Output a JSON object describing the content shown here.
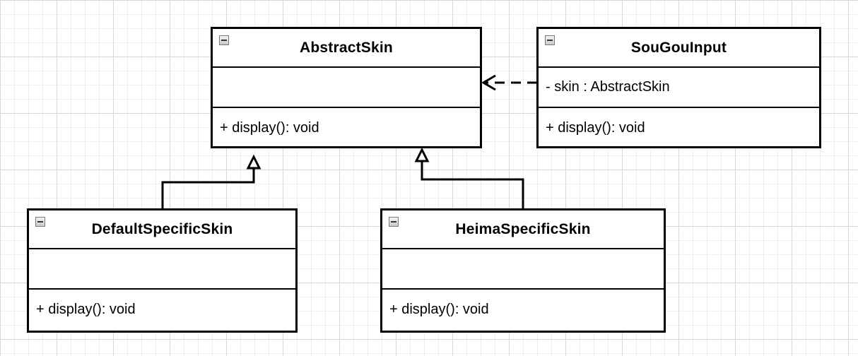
{
  "diagram": {
    "classes": {
      "abstract_skin": {
        "name": "AbstractSkin",
        "attributes": "",
        "methods": "+ display(): void"
      },
      "sougou_input": {
        "name": "SouGouInput",
        "attributes": "- skin : AbstractSkin",
        "methods": "+ display(): void"
      },
      "default_specific_skin": {
        "name": "DefaultSpecificSkin",
        "attributes": "",
        "methods": "+ display(): void"
      },
      "heima_specific_skin": {
        "name": "HeimaSpecificSkin",
        "attributes": "",
        "methods": "+ display(): void"
      }
    },
    "relations": [
      {
        "type": "dependency",
        "from": "SouGouInput",
        "to": "AbstractSkin"
      },
      {
        "type": "generalization",
        "from": "DefaultSpecificSkin",
        "to": "AbstractSkin"
      },
      {
        "type": "generalization",
        "from": "HeimaSpecificSkin",
        "to": "AbstractSkin"
      }
    ],
    "colors": {
      "line": "#000000",
      "background": "#ffffff",
      "grid": "#d6d6d6"
    }
  }
}
